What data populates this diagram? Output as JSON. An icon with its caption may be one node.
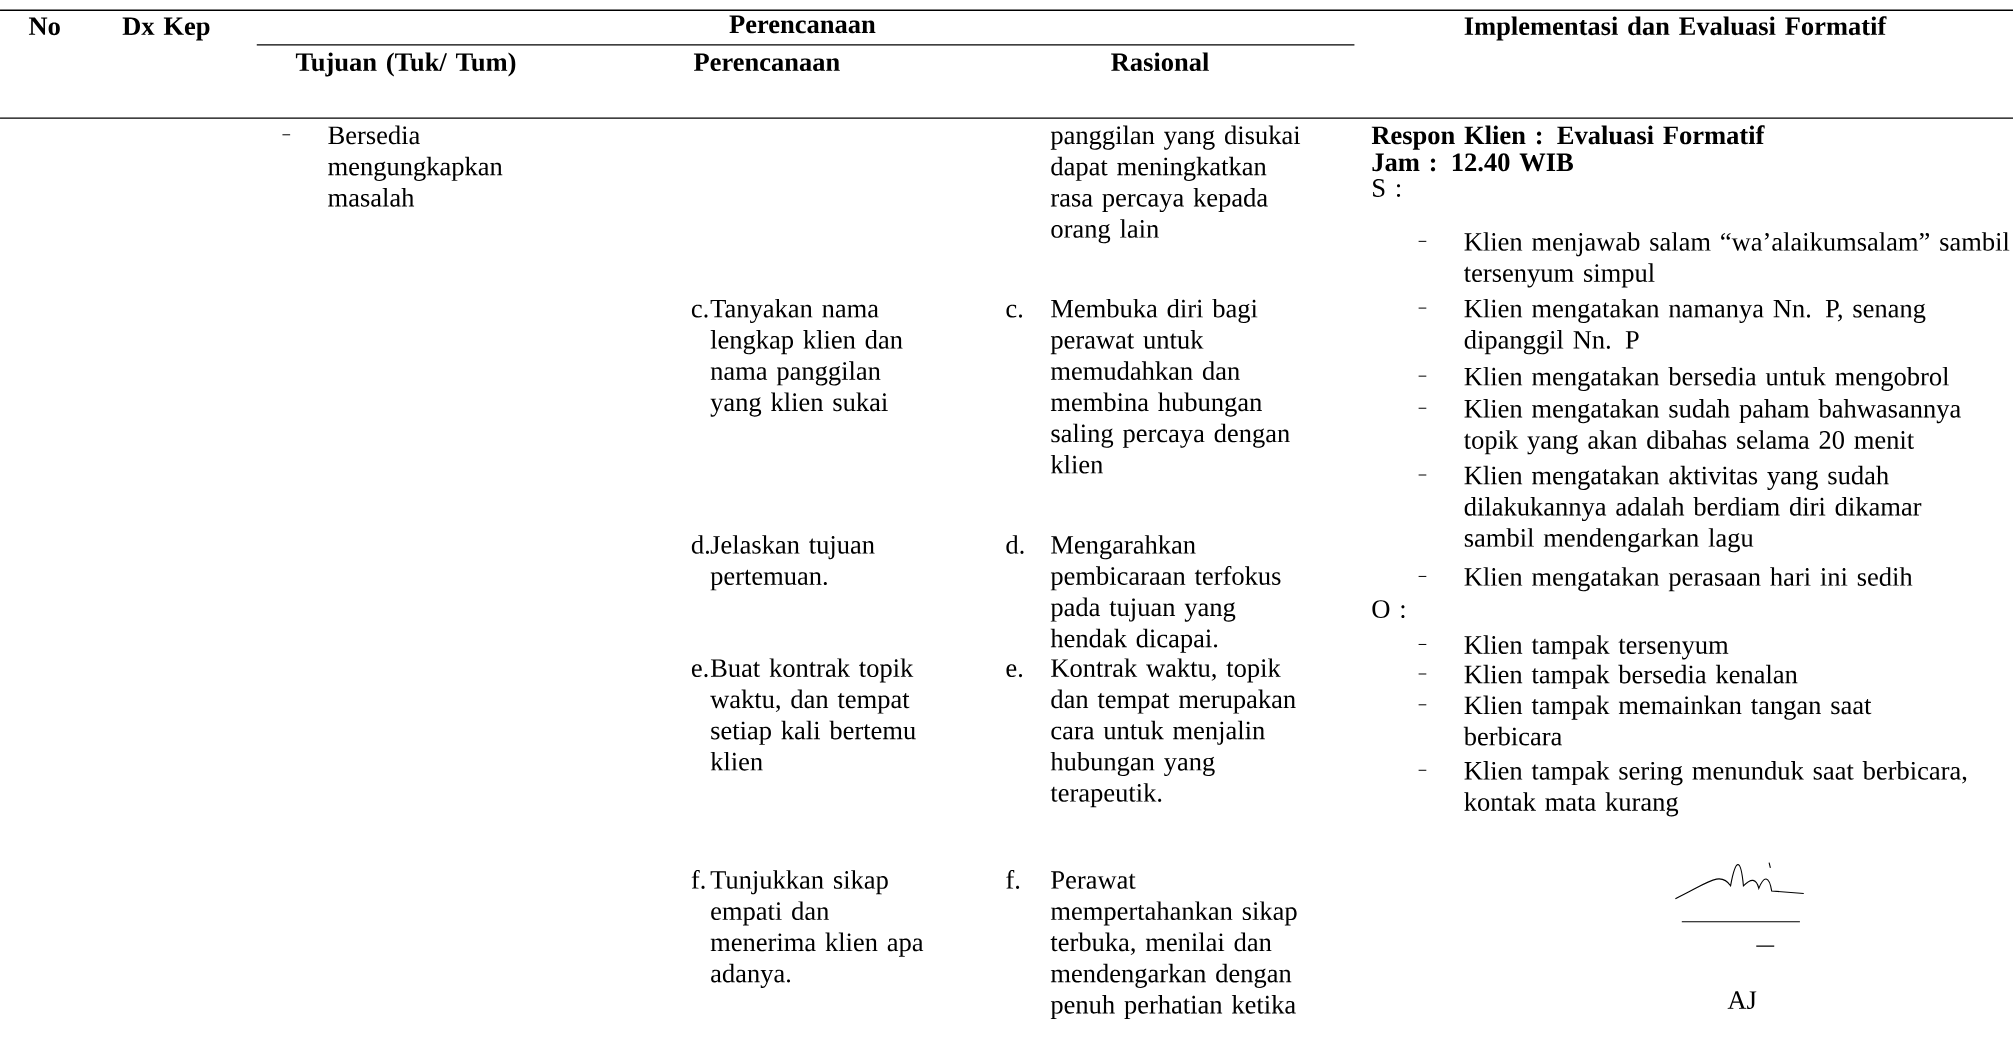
{
  "diagram": {
    "labels": [
      "No",
      "Dx Kep",
      "Perencanaan",
      "Implementasi dan Evaluasi Formatif",
      "Tujuan (Tuk/ Tum)",
      "Perencanaan",
      "Rasional",
      "Bersedia mengungkapkan masalah",
      "c.",
      "Tanyakan nama lengkap klien dan nama panggilan yang klien sukai",
      "d.",
      "Jelaskan tujuan pertemuan.",
      "e.",
      "Buat kontrak topik waktu, dan tempat setiap kali bertemu klien",
      "f.",
      "Tunjukkan sikap empati dan menerima klien apa adanya.",
      "panggilan yang disukai dapat meningkatkan rasa percaya kepada orang lain",
      "c.",
      "Membuka diri bagi perawat untuk memudahkan dan membina hubungan saling percaya dengan klien",
      "d.",
      "Mengarahkan pembicaraan terfokus pada tujuan yang hendak dicapai.",
      "e.",
      "Kontrak waktu, topik dan tempat merupakan cara untuk menjalin hubungan yang terapeutik.",
      "f.",
      "Perawat mempertahankan sikap terbuka, menilai dan mendengarkan dengan penuh perhatian ketika",
      "Respon Klien : Evaluasi Formatif",
      "Jam : 12.40 WIB",
      "S :",
      "Klien menjawab salam “wa’alaikumsalam” sambil tersenyum simpul",
      "Klien mengatakan namanya Nn. P, senang dipanggil Nn. P",
      "Klien mengatakan bersedia untuk mengobrol",
      "Klien mengatakan sudah paham bahwasannya topik yang akan dibahas selama 20 menit",
      "Klien mengatakan aktivitas yang sudah dilakukannya adalah berdiam diri dikamar sambil mendengarkan lagu",
      "Klien mengatakan perasaan hari ini sedih",
      "O :",
      "Klien tampak tersenyum",
      "Klien tampak bersedia kenalan",
      "Klien tampak memainkan tangan saat berbicara",
      "Klien tampak sering menunduk saat berbicara, kontak mata kurang",
      "AJ"
    ]
  }
}
